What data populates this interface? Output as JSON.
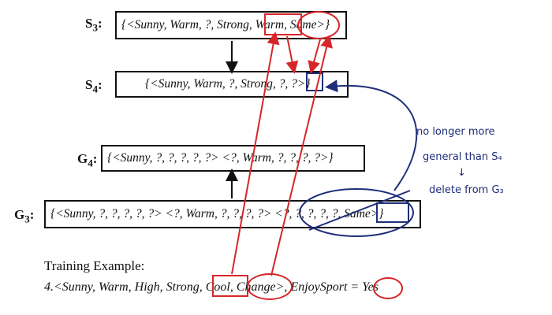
{
  "S3": {
    "label_main": "S",
    "label_sub": "3",
    "label_colon": ":",
    "content": "{<Sunny, Warm, ?, Strong, Warm, Same>}"
  },
  "S4": {
    "label_main": "S",
    "label_sub": "4",
    "label_colon": ":",
    "content": "{<Sunny, Warm, ?, Strong, ?, ?>}"
  },
  "G4": {
    "label_main": "G",
    "label_sub": "4",
    "label_colon": ":",
    "content": "{<Sunny, ?, ?, ?, ?, ?>   <?, Warm, ?, ?, ?, ?>}"
  },
  "G3": {
    "label_main": "G",
    "label_sub": "3",
    "label_colon": ":",
    "content": "{<Sunny, ?, ?, ?, ?, ?>   <?, Warm, ?, ?, ?, ?>   <?, ?, ?, ?, ?, Same>}"
  },
  "training": {
    "heading": "Training Example:",
    "line": "4.<Sunny, Warm, High, Strong, Cool, Change>,  EnjoySport = Yes"
  },
  "annotations": {
    "note_line1": "no longer more",
    "note_line2": "general than S₄",
    "note_arrow": "↓",
    "note_line3": "delete from G₃"
  },
  "colors": {
    "red": "#d6262a",
    "blue": "#1f2f7a",
    "black": "#111111"
  }
}
